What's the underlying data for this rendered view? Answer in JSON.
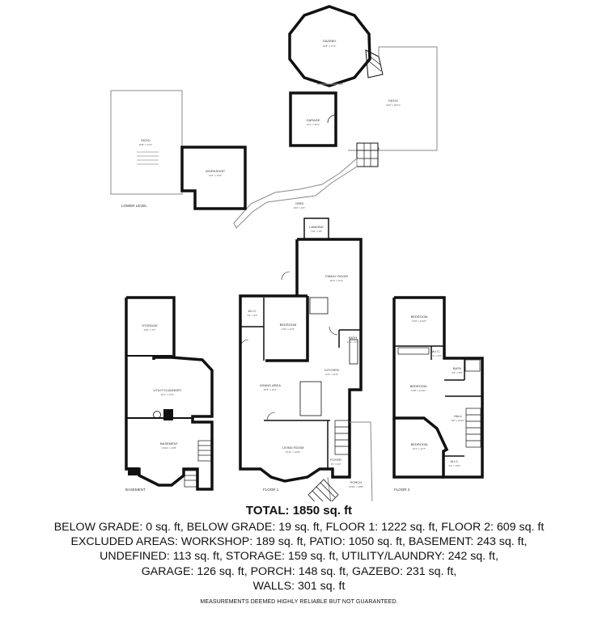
{
  "rooms": {
    "gazebo": {
      "name": "GAZEBO",
      "dims": "16'8\" x 17'4\""
    },
    "patio_top": {
      "name": "PATIO",
      "dims": "33'6\" x 29'11\""
    },
    "garage": {
      "name": "GARAGE",
      "dims": "11'1\" x 11'4\""
    },
    "patio_left": {
      "name": "PATIO",
      "dims": "16'8\" x 17'4\""
    },
    "workshop": {
      "name": "WORKSHOP",
      "dims": "14'4\" x 14'2\""
    },
    "yard": {
      "name": "YARD",
      "dims": "19'4\" x 9'4\""
    },
    "landing": {
      "name": "LANDING",
      "dims": "7'10\" x 4'6\""
    },
    "family_room": {
      "name": "FAMILY ROOM",
      "dims": "16'2\" x 11'4\""
    },
    "storage": {
      "name": "STORAGE",
      "dims": "9'10\" x 7'6\""
    },
    "utility": {
      "name": "UTILITY/LAUNDRY",
      "dims": "16'1\" x 14'7\""
    },
    "basement": {
      "name": "BASEMENT",
      "dims": "13'10\" x 10'8\""
    },
    "wic1": {
      "name": "W.I.C.",
      "dims": "4'3\" x 6'1\""
    },
    "bedroom1": {
      "name": "BEDROOM",
      "dims": "11'2\" x 14'4\""
    },
    "bath1": {
      "name": "BATH",
      "dims": "4'11\" x 5'4\""
    },
    "kitchen": {
      "name": "KITCHEN",
      "dims": "11'4\" x 11'8\""
    },
    "dining": {
      "name": "DINING AREA",
      "dims": "15'5\" x 12'1\""
    },
    "living": {
      "name": "LIVING ROOM",
      "dims": "12'11\" x 14'11\""
    },
    "foyer": {
      "name": "FOYER",
      "dims": "4'3\" x 9'3\""
    },
    "porch": {
      "name": "PORCH",
      "dims": "12'10\" x 18'8\""
    },
    "bedroom_a": {
      "name": "BEDROOM",
      "dims": "12'9\" x 11'10\""
    },
    "wic2": {
      "name": "W.I.C.",
      "dims": "5'1\" x 3'4\""
    },
    "bath2": {
      "name": "BATH",
      "dims": "6'5\" x 5'8\""
    },
    "bedroom_b": {
      "name": "BEDROOM",
      "dims": "10'8\" x 11'10\""
    },
    "hall": {
      "name": "HALL",
      "dims": "8'6\" x 12'11\""
    },
    "bedroom_c": {
      "name": "BEDROOM",
      "dims": "12'7\" x 11'7\""
    },
    "wic3": {
      "name": "W.I.C.",
      "dims": "5'1\" x 3'10\""
    }
  },
  "levels": {
    "lower": "LOWER LEVEL",
    "basement": "BASEMENT",
    "floor1": "FLOOR 1",
    "floor2": "FLOOR 2"
  },
  "summary": {
    "total": "TOTAL: 1850 sq. ft",
    "lines": [
      "BELOW GRADE: 0 sq. ft, BELOW GRADE: 19 sq. ft, FLOOR 1: 1222 sq. ft, FLOOR 2: 609 sq. ft",
      "EXCLUDED AREAS: WORKSHOP: 189 sq. ft, PATIO: 1050 sq. ft, BASEMENT: 243 sq. ft,",
      "UNDEFINED: 113 sq. ft, STORAGE: 159 sq. ft, UTILITY/LAUNDRY: 242 sq. ft,",
      "GARAGE: 126 sq. ft, PORCH: 148 sq. ft, GAZEBO: 231 sq. ft,",
      "WALLS: 301 sq. ft"
    ],
    "disclaimer": "MEASUREMENTS DEEMED HIGHLY RELIABLE BUT NOT GUARANTEED."
  }
}
